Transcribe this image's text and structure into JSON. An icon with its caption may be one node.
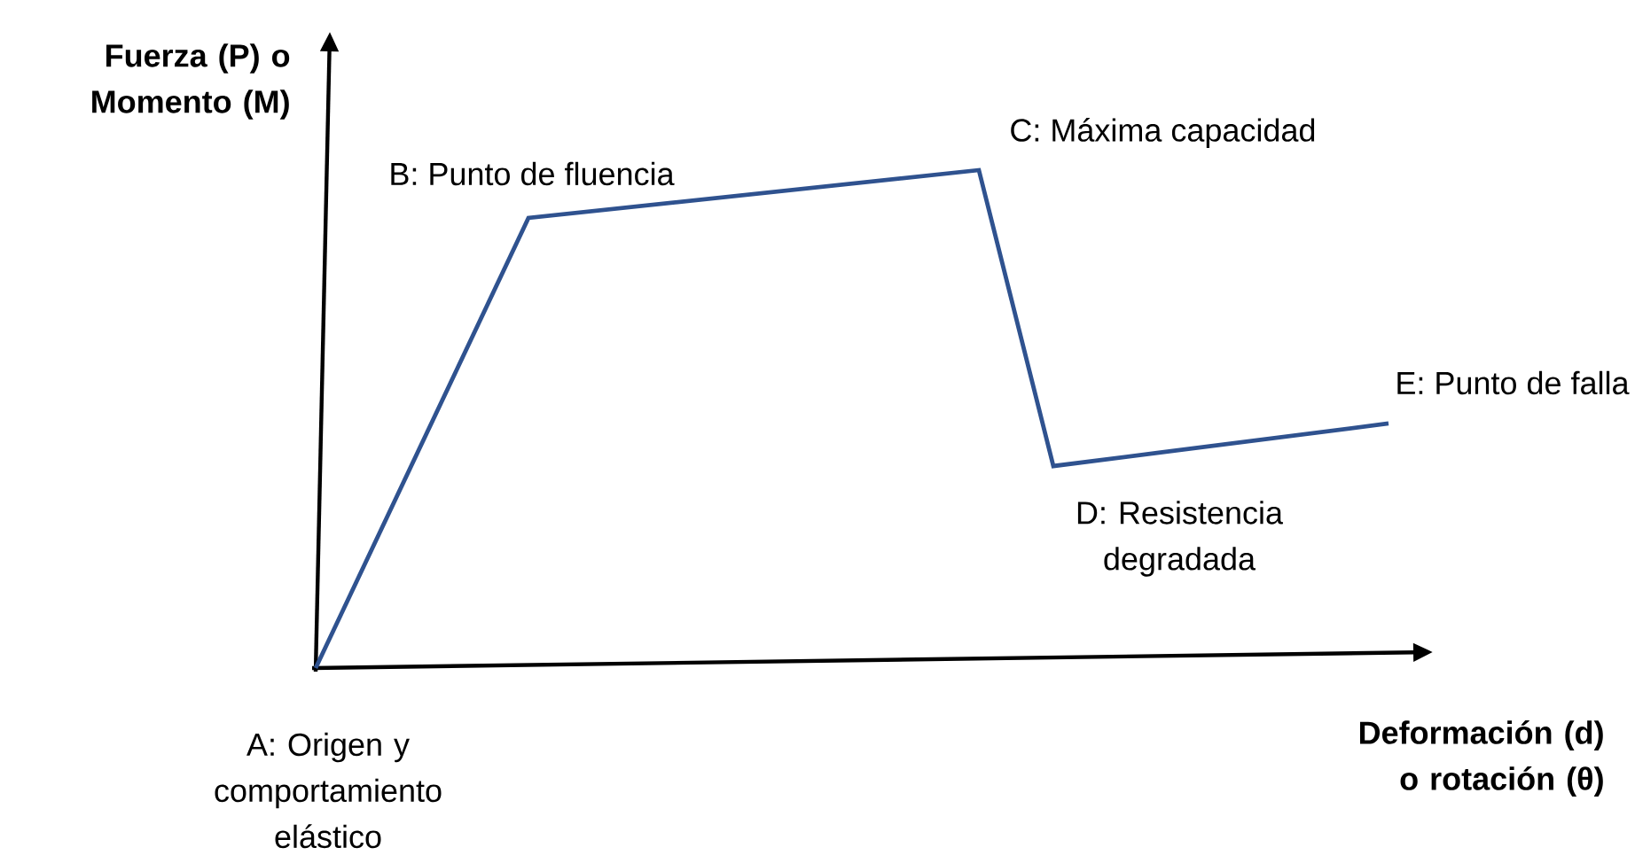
{
  "diagram": {
    "labels": [
      "Fuerza (P) o Momento (M)",
      "B: Punto de fluencia",
      "C: Máxima capacidad",
      "E: Punto de falla",
      "D: Resistencia degradada",
      "A: Origen y comportamiento elástico",
      "Deformación (d) o rotación (θ)"
    ]
  }
}
